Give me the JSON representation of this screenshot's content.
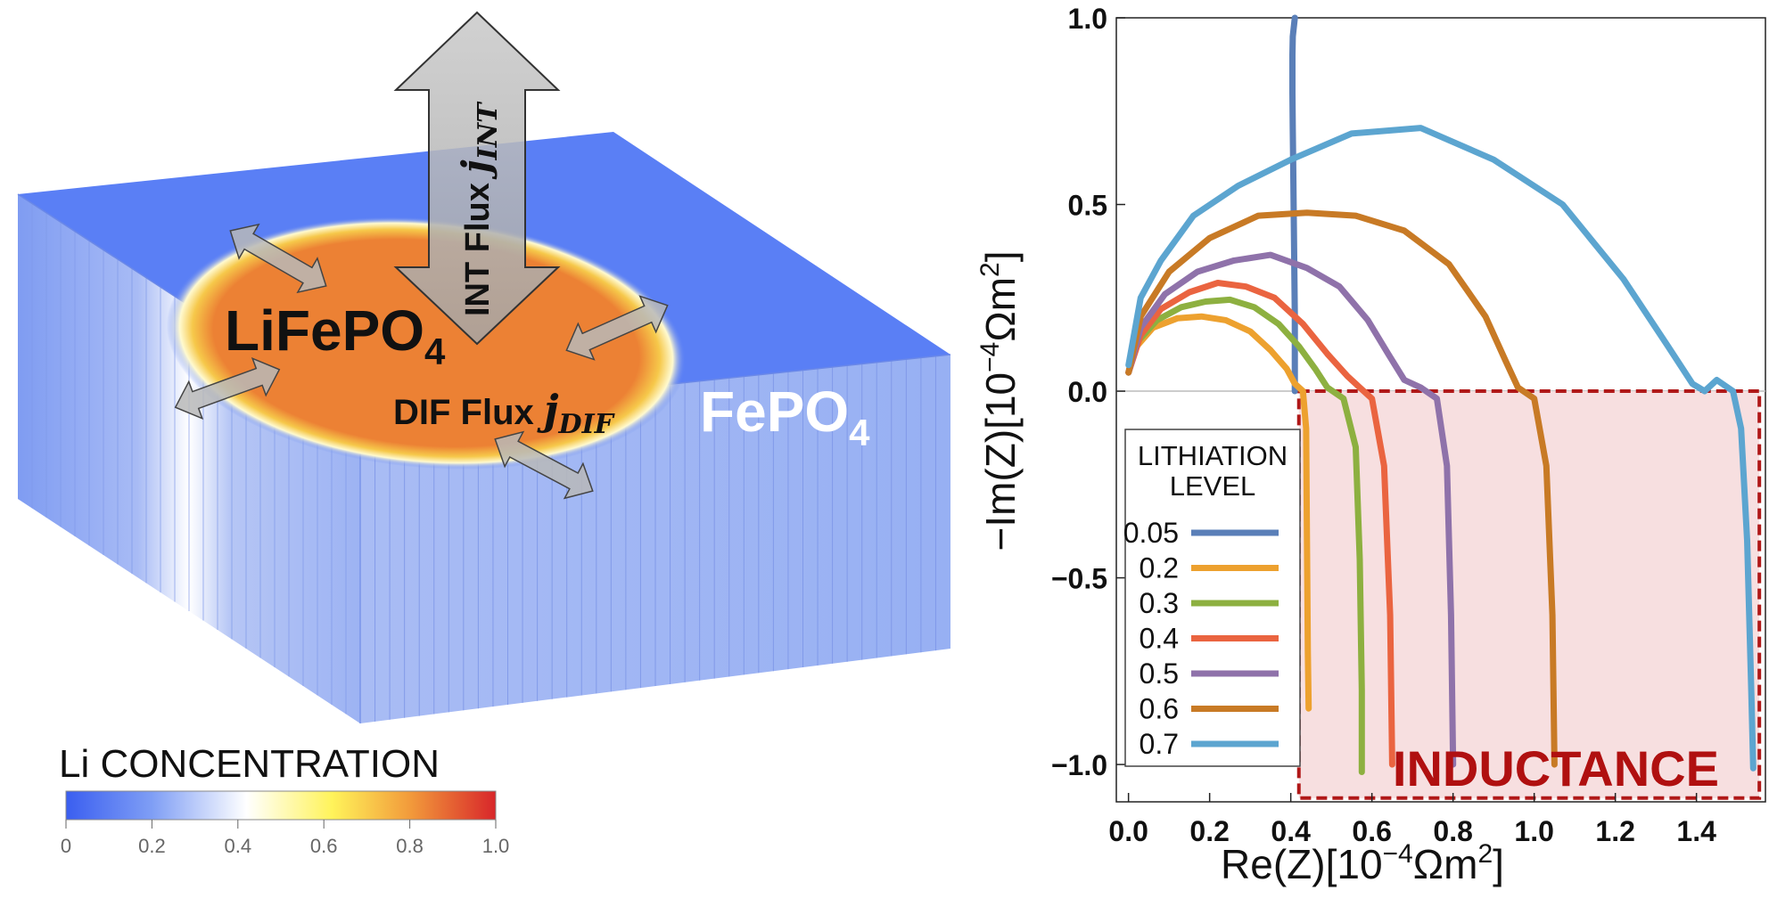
{
  "left_panel": {
    "region_lifepo4": "LiFePO",
    "region_lifepo4_sub": "4",
    "region_fepo4": "FePO",
    "region_fepo4_sub": "4",
    "int_flux_label": "INT Flux ",
    "int_flux_symbol": "j",
    "int_flux_sub": "INT",
    "dif_flux_label": "DIF Flux ",
    "dif_flux_symbol": "j",
    "dif_flux_sub": "DIF",
    "colorbar": {
      "title": "Li CONCENTRATION",
      "ticks": [
        "0",
        "0.2",
        "0.4",
        "0.6",
        "0.8",
        "1.0"
      ],
      "colors": [
        "#3a5ef0",
        "#7f9ef5",
        "#ffffff",
        "#fff35a",
        "#f29b3b",
        "#d8262a"
      ]
    }
  },
  "chart_data": {
    "type": "line",
    "xlabel_main": "Re(Z)[10",
    "xlabel_exp": "−4",
    "xlabel_tail": "Ωm",
    "xlabel_exp2": "2",
    "xlabel_end": "]",
    "ylabel_main": "−Im(Z)[10",
    "ylabel_exp": "−4",
    "ylabel_tail": "Ωm",
    "ylabel_exp2": "2",
    "ylabel_end": "]",
    "xlim": [
      -0.03,
      1.57
    ],
    "ylim": [
      -1.1,
      1.0
    ],
    "xticks": [
      "0.0",
      "0.2",
      "0.4",
      "0.6",
      "0.8",
      "1.0",
      "1.2",
      "1.4"
    ],
    "yticks": [
      "−1.0",
      "−0.5",
      "0.0",
      "0.5",
      "1.0"
    ],
    "legend": {
      "title_line1": "LITHIATION",
      "title_line2": "LEVEL"
    },
    "inductance_label": "INDUCTANCE",
    "inductance_box": {
      "x": [
        0.42,
        1.555
      ],
      "y": [
        -1.09,
        0.0
      ]
    },
    "series": [
      {
        "name": "0.05",
        "color": "#5a7fb8",
        "x": [
          0.41,
          0.41,
          0.408,
          0.406,
          0.405,
          0.404,
          0.404,
          0.405,
          0.41
        ],
        "y": [
          0.0,
          0.2,
          0.4,
          0.6,
          0.7,
          0.8,
          0.9,
          0.95,
          1.0
        ]
      },
      {
        "name": "0.2",
        "color": "#eda12f",
        "x": [
          0.0,
          0.02,
          0.06,
          0.12,
          0.18,
          0.24,
          0.3,
          0.35,
          0.39,
          0.41,
          0.43,
          0.438,
          0.44,
          0.442,
          0.444
        ],
        "y": [
          0.05,
          0.12,
          0.17,
          0.195,
          0.2,
          0.19,
          0.16,
          0.11,
          0.06,
          0.02,
          0.0,
          -0.1,
          -0.4,
          -0.7,
          -0.85
        ]
      },
      {
        "name": "0.3",
        "color": "#8db040",
        "x": [
          0.0,
          0.02,
          0.07,
          0.13,
          0.19,
          0.25,
          0.31,
          0.37,
          0.42,
          0.46,
          0.49,
          0.53,
          0.56,
          0.57,
          0.575,
          0.575
        ],
        "y": [
          0.05,
          0.13,
          0.19,
          0.225,
          0.24,
          0.245,
          0.225,
          0.18,
          0.12,
          0.06,
          0.01,
          -0.02,
          -0.15,
          -0.45,
          -0.8,
          -1.02
        ]
      },
      {
        "name": "0.4",
        "color": "#ea6440",
        "x": [
          0.0,
          0.03,
          0.08,
          0.15,
          0.22,
          0.29,
          0.36,
          0.43,
          0.49,
          0.54,
          0.57,
          0.6,
          0.63,
          0.645,
          0.65
        ],
        "y": [
          0.05,
          0.15,
          0.22,
          0.265,
          0.29,
          0.28,
          0.25,
          0.18,
          0.1,
          0.04,
          0.01,
          -0.02,
          -0.2,
          -0.6,
          -1.0
        ]
      },
      {
        "name": "0.5",
        "color": "#8f72aa",
        "x": [
          0.0,
          0.03,
          0.09,
          0.17,
          0.26,
          0.35,
          0.44,
          0.52,
          0.59,
          0.64,
          0.68,
          0.72,
          0.76,
          0.785,
          0.795,
          0.8
        ],
        "y": [
          0.05,
          0.17,
          0.26,
          0.32,
          0.35,
          0.365,
          0.33,
          0.28,
          0.19,
          0.1,
          0.03,
          0.01,
          -0.02,
          -0.2,
          -0.6,
          -1.0
        ]
      },
      {
        "name": "0.6",
        "color": "#c87a25",
        "x": [
          0.0,
          0.03,
          0.1,
          0.2,
          0.32,
          0.44,
          0.56,
          0.68,
          0.79,
          0.88,
          0.93,
          0.96,
          1.0,
          1.03,
          1.045,
          1.05
        ],
        "y": [
          0.05,
          0.2,
          0.32,
          0.41,
          0.47,
          0.478,
          0.47,
          0.43,
          0.34,
          0.2,
          0.08,
          0.01,
          -0.02,
          -0.2,
          -0.6,
          -1.0
        ]
      },
      {
        "name": "0.7",
        "color": "#5ca5d0",
        "x": [
          0.0,
          0.03,
          0.08,
          0.16,
          0.27,
          0.4,
          0.55,
          0.72,
          0.9,
          1.07,
          1.22,
          1.33,
          1.39,
          1.42,
          1.45,
          1.49,
          1.51,
          1.525,
          1.535,
          1.54
        ],
        "y": [
          0.07,
          0.25,
          0.35,
          0.47,
          0.55,
          0.62,
          0.69,
          0.705,
          0.62,
          0.5,
          0.3,
          0.12,
          0.02,
          0.0,
          0.03,
          0.0,
          -0.1,
          -0.4,
          -0.8,
          -1.01
        ]
      }
    ]
  }
}
